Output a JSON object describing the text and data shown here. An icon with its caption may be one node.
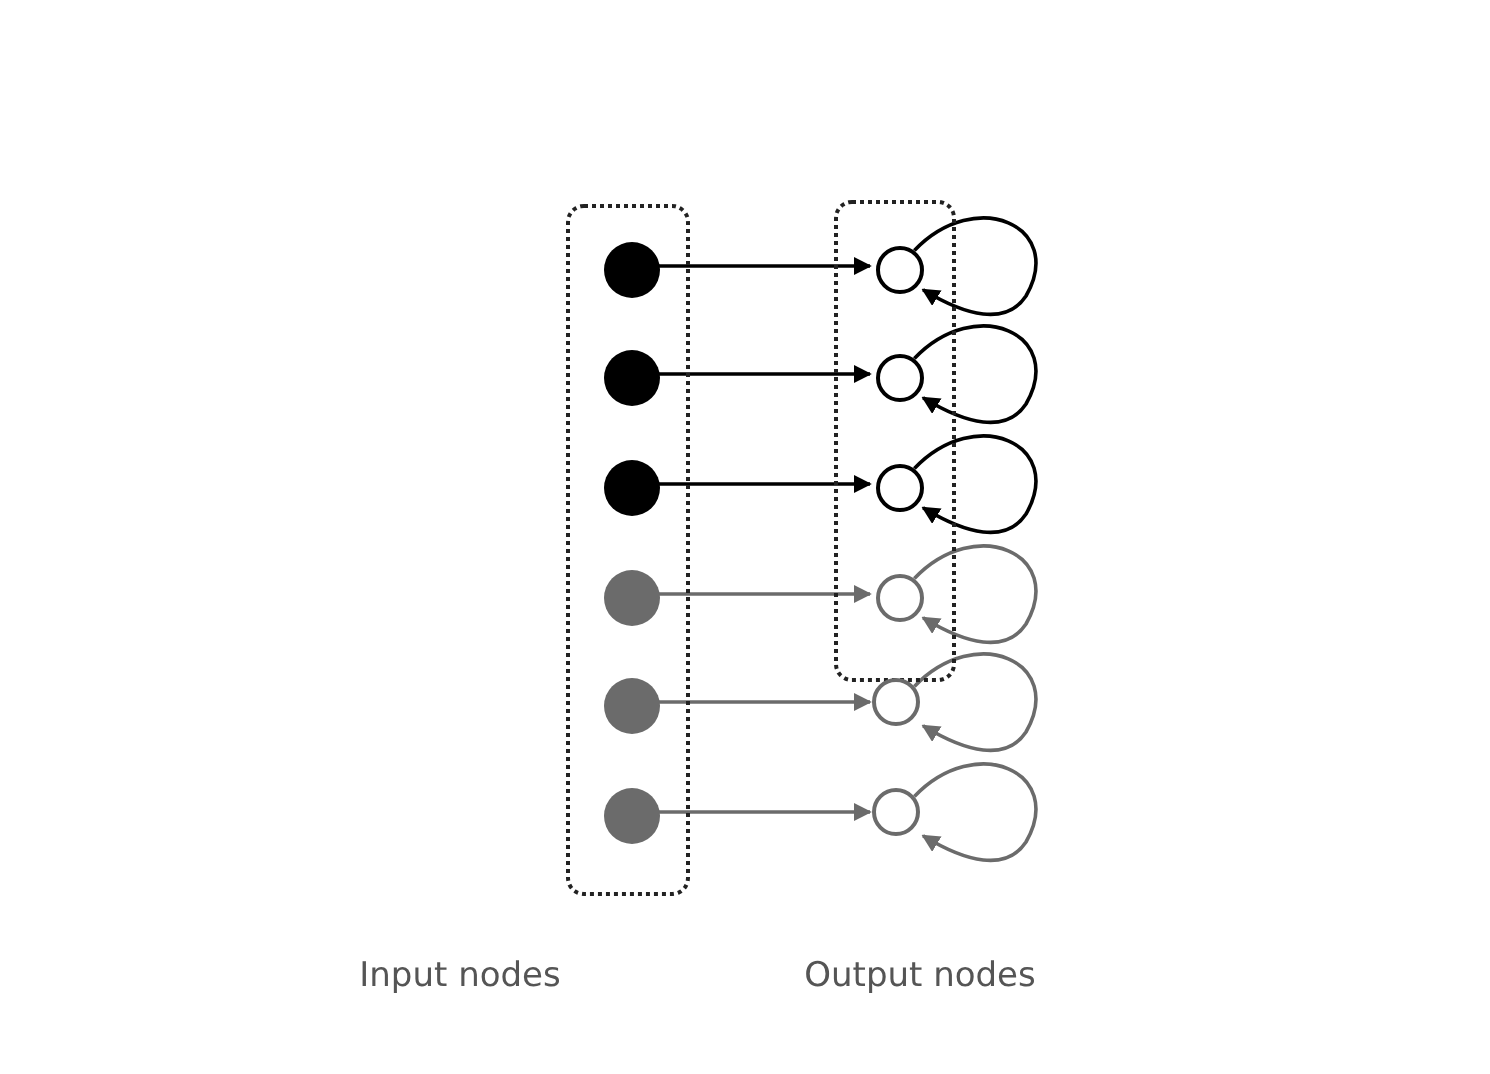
{
  "diagram": {
    "nodes": [
      {
        "text": [],
        "shape": "box"
      },
      {
        "text": [],
        "shape": "circle",
        "in": 0
      },
      {
        "text": [],
        "shape": "circle",
        "in": 0
      },
      {
        "text": [],
        "shape": "circle",
        "in": 0
      },
      {
        "text": [],
        "shape": "circle",
        "in": 0
      },
      {
        "text": [],
        "shape": "circle",
        "in": 0
      },
      {
        "text": [],
        "shape": "circle",
        "in": 0
      },
      {
        "text": [],
        "shape": "box"
      },
      {
        "text": [],
        "shape": "circle",
        "in": 7
      },
      {
        "text": [],
        "shape": "circle",
        "in": 7
      },
      {
        "text": [],
        "shape": "circle",
        "in": 7
      },
      {
        "text": [],
        "shape": "circle",
        "in": 7
      },
      {
        "text": [],
        "shape": "circle"
      },
      {
        "text": [],
        "shape": "circle"
      }
    ],
    "edges": [
      {
        "from": 1,
        "to": 8,
        "arrow": "to"
      },
      {
        "from": 8,
        "to": 8,
        "arrow": "to"
      },
      {
        "from": 2,
        "to": 9,
        "arrow": "to"
      },
      {
        "from": 9,
        "to": 9,
        "arrow": "to"
      },
      {
        "from": 3,
        "to": 10,
        "arrow": "to"
      },
      {
        "from": 10,
        "to": 10,
        "arrow": "to"
      },
      {
        "from": 4,
        "to": 11,
        "arrow": "to",
        "color": "#6b6b6b"
      },
      {
        "from": 11,
        "to": 11,
        "arrow": "to",
        "color": "#6b6b6b"
      },
      {
        "from": 5,
        "to": 12,
        "arrow": "to",
        "color": "#6b6b6b"
      },
      {
        "from": 12,
        "to": 12,
        "arrow": "to",
        "color": "#6b6b6b"
      },
      {
        "from": 6,
        "to": 13,
        "arrow": "to",
        "color": "#6b6b6b"
      },
      {
        "from": 13,
        "to": 13,
        "arrow": "to",
        "color": "#6b6b6b"
      }
    ],
    "labels": [
      "Input nodes",
      "Output nodes"
    ]
  }
}
